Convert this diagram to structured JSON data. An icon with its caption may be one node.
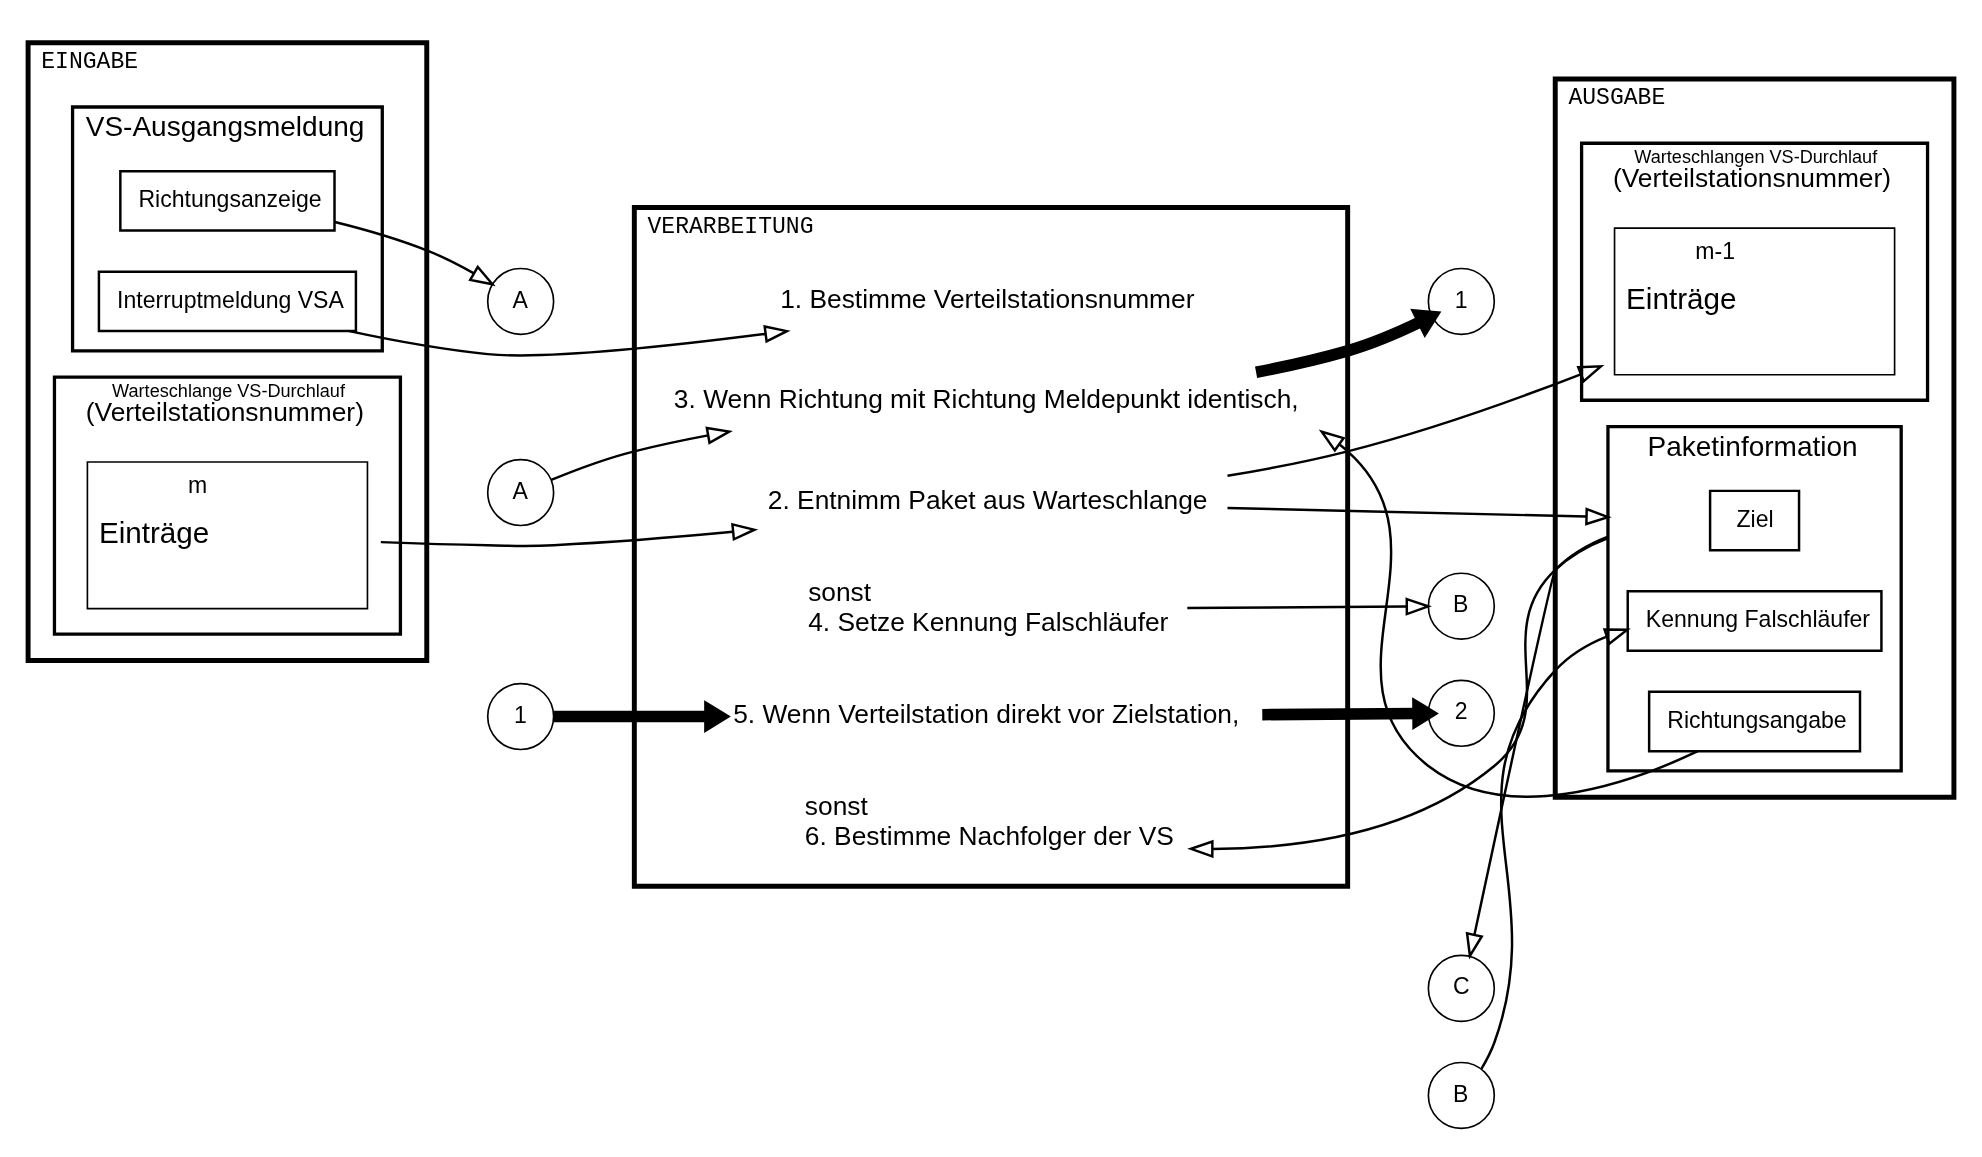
{
  "diagram": {
    "nodes": [
      {
        "text": [
          "EINGABE"
        ]
      },
      {
        "text": [
          "VS-Ausgangsmeldung"
        ],
        "in": 0
      },
      {
        "text": [
          "Interruptmeldung VSA"
        ],
        "in": 1
      },
      {
        "text": [
          "Richtungsanzeige"
        ],
        "in": 1
      },
      {
        "text": [
          "Warteschlange VS-Durchlauf",
          "(Verteilstationsnummer)"
        ],
        "in": 0
      },
      {
        "text": [
          "m",
          "Einträge"
        ],
        "in": 4
      },
      {
        "text": [
          "A"
        ]
      },
      {
        "text": [
          "A"
        ]
      },
      {
        "text": [
          "1"
        ]
      },
      {
        "text": [
          "VERARBEITUNG"
        ]
      },
      {
        "text": [
          "1. Bestimme Verteilstationsnummer"
        ],
        "in": 9
      },
      {
        "text": [
          "2. Entnimm Paket aus Warteschlange"
        ],
        "in": 9
      },
      {
        "text": [
          "3. Wenn Richtung mit Richtung Meldepunkt identisch,"
        ],
        "in": 9
      },
      {
        "text": [
          "sonst",
          "4. Setze Kennung Falschläufer"
        ],
        "in": 9
      },
      {
        "text": [
          "5. Wenn Verteilstation direkt vor Zielstation,"
        ],
        "in": 9
      },
      {
        "text": [
          "sonst",
          "6. Bestimme Nachfolger der VS"
        ],
        "in": 9
      },
      {
        "text": [
          "1"
        ]
      },
      {
        "text": [
          "B"
        ]
      },
      {
        "text": [
          "2"
        ]
      },
      {
        "text": [
          "AUSGABE"
        ]
      },
      {
        "text": [
          "Warteschlangen VS-Durchlauf",
          "(Verteilstationsnummer)"
        ],
        "in": 19
      },
      {
        "text": [
          "m-1",
          "Einträge"
        ],
        "in": 20
      },
      {
        "text": [
          "Paketinformation"
        ],
        "in": 19
      },
      {
        "text": [
          "Ziel"
        ],
        "in": 22
      },
      {
        "text": [
          "Kennung Falschläufer"
        ],
        "in": 22
      },
      {
        "text": [
          "Richtungsangabe"
        ],
        "in": 22
      },
      {
        "text": [
          "B"
        ]
      },
      {
        "text": [
          "C"
        ]
      }
    ],
    "edges": [
      {
        "from": 2,
        "to": 10,
        "arrow": "to"
      },
      {
        "from": 3,
        "to": 6,
        "arrow": "to"
      },
      {
        "from": 5,
        "to": 11,
        "arrow": "to"
      },
      {
        "from": 7,
        "to": 12,
        "arrow": "to"
      },
      {
        "from": 8,
        "to": 14,
        "arrow": "to",
        "style": "thick"
      },
      {
        "from": 11,
        "to": 21,
        "arrow": "to"
      },
      {
        "from": 11,
        "to": 22,
        "arrow": "to"
      },
      {
        "from": 25,
        "to": 12,
        "arrow": "to"
      },
      {
        "from": 12,
        "to": 16,
        "arrow": "to",
        "style": "thick"
      },
      {
        "from": 13,
        "to": 17,
        "arrow": "to"
      },
      {
        "from": 14,
        "to": 18,
        "arrow": "to",
        "style": "thick"
      },
      {
        "from": 26,
        "to": 24,
        "arrow": "to"
      },
      {
        "from": 22,
        "to": 15,
        "arrow": "to"
      },
      {
        "from": 22,
        "to": 27,
        "arrow": "to"
      }
    ]
  }
}
